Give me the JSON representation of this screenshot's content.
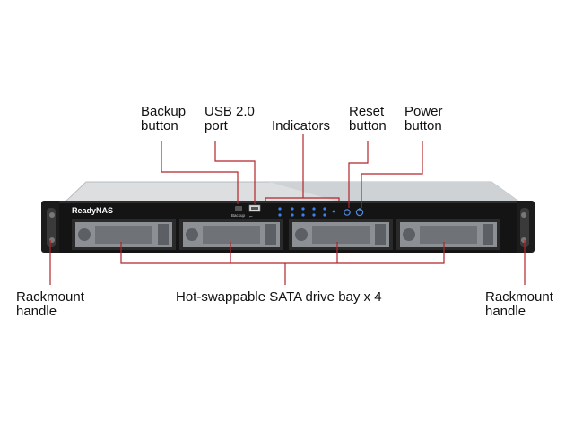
{
  "diagram": {
    "brand_label": "ReadyNAS",
    "backup_small_label": "Backup",
    "colors": {
      "callout_line": "#b3242a",
      "chassis_front": "#141414",
      "chassis_top": "#d9dbdd",
      "led": "#2a6fd6",
      "drive_tray": "#8c8f93",
      "handle": "#1a1a1a"
    },
    "callouts": {
      "backup": {
        "line1": "Backup",
        "line2": "button"
      },
      "usb": {
        "line1": "USB 2.0",
        "line2": "port"
      },
      "indicators": {
        "line1": "Indicators"
      },
      "reset": {
        "line1": "Reset",
        "line2": "button"
      },
      "power": {
        "line1": "Power",
        "line2": "button"
      },
      "rackmount_left": {
        "line1": "Rackmount",
        "line2": "handle"
      },
      "rackmount_right": {
        "line1": "Rackmount",
        "line2": "handle"
      },
      "drive_bays": {
        "line1": "Hot-swappable SATA drive bay x 4"
      }
    }
  }
}
